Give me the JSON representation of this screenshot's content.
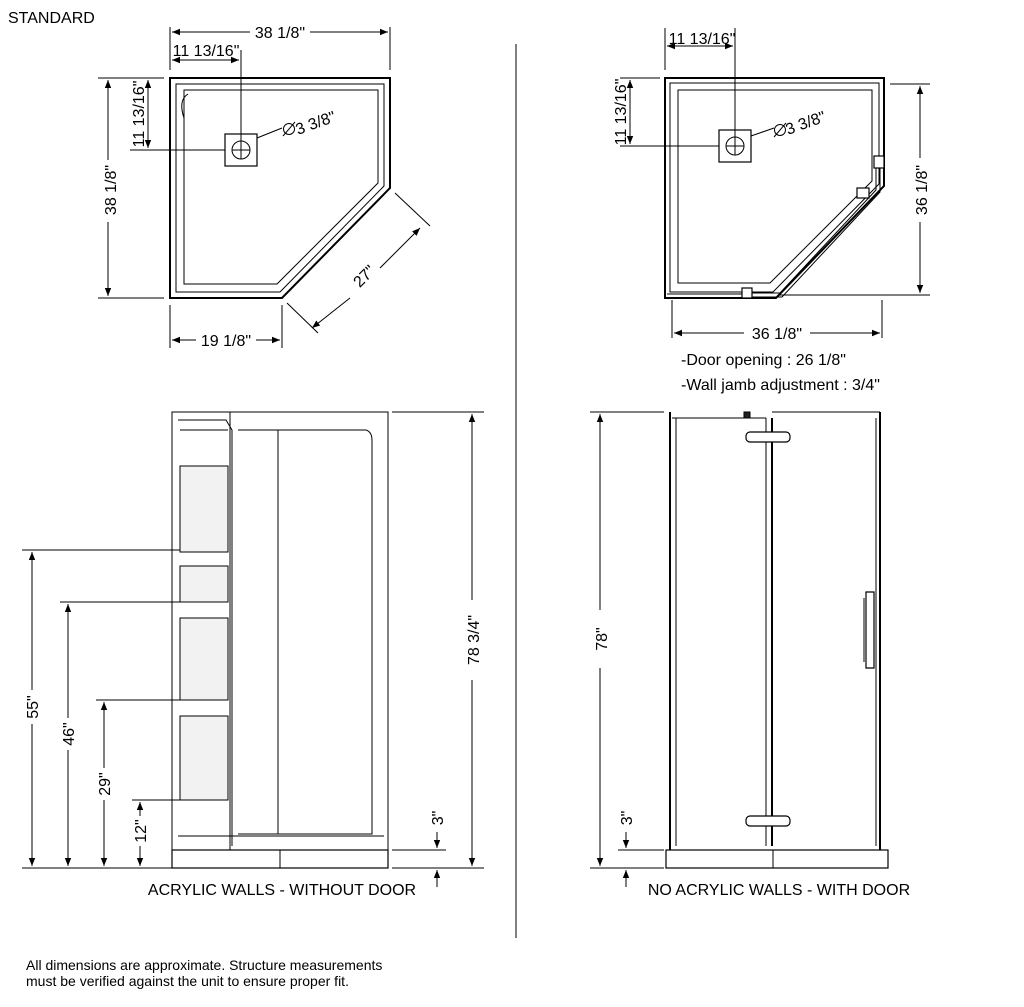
{
  "title": "STANDARD",
  "top_left_plan": {
    "width_dim": "38 1/8\"",
    "drain_offset_x": "11 13/16\"",
    "drain_offset_y": "11 13/16\"",
    "depth_dim": "38 1/8\"",
    "drain_dia": "3 3/8\"",
    "angle_dim": "27\"",
    "front_dim": "19 1/8\""
  },
  "top_right_plan": {
    "drain_offset_x": "11 13/16\"",
    "drain_offset_y": "11 13/16\"",
    "drain_dia": "3 3/8\"",
    "depth_dim": "36 1/8\"",
    "width_dim": "36 1/8\"",
    "notes": [
      "-Door opening : 26 1/8\"",
      "-Wall jamb adjustment : 3/4\""
    ]
  },
  "bottom_left_elevation": {
    "height_dim": "78 3/4\"",
    "shelf_dims": [
      "55\"",
      "46\"",
      "29\"",
      "12\""
    ],
    "base_dim": "3\"",
    "caption": "ACRYLIC WALLS - WITHOUT DOOR"
  },
  "bottom_right_elevation": {
    "height_dim": "78\"",
    "base_dim": "3\"",
    "caption": "NO ACRYLIC WALLS - WITH DOOR"
  },
  "disclaimer": [
    "All dimensions are approximate. Structure measurements",
    "must be verified against the unit to ensure proper fit."
  ]
}
